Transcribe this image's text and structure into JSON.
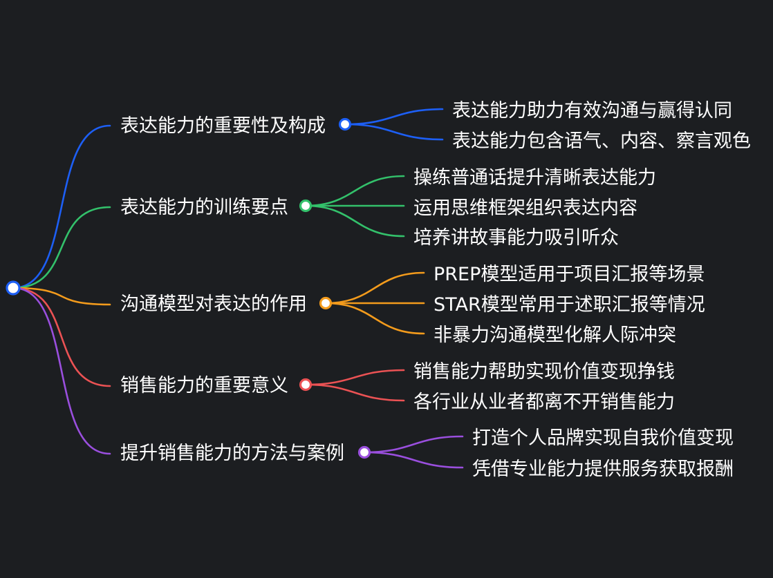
{
  "root": {
    "color": "#1d5ff5"
  },
  "branches": [
    {
      "label": "表达能力的重要性及构成",
      "color": "#1d5ff5",
      "children": [
        "表达能力助力有效沟通与赢得认同",
        "表达能力包含语气、内容、察言观色"
      ]
    },
    {
      "label": "表达能力的训练要点",
      "color": "#33c16b",
      "children": [
        "操练普通话提升清晰表达能力",
        "运用思维框架组织表达内容",
        "培养讲故事能力吸引听众"
      ]
    },
    {
      "label": "沟通模型对表达的作用",
      "color": "#f39b1c",
      "children": [
        "PREP模型适用于项目汇报等场景",
        "STAR模型常用于述职汇报等情况",
        "非暴力沟通模型化解人际冲突"
      ]
    },
    {
      "label": "销售能力的重要意义",
      "color": "#eb5254",
      "children": [
        "销售能力帮助实现价值变现挣钱",
        "各行业从业者都离不开销售能力"
      ]
    },
    {
      "label": "提升销售能力的方法与案例",
      "color": "#9a4fde",
      "children": [
        "打造个人品牌实现自我价值变现",
        "凭借专业能力提供服务获取报酬"
      ]
    }
  ]
}
